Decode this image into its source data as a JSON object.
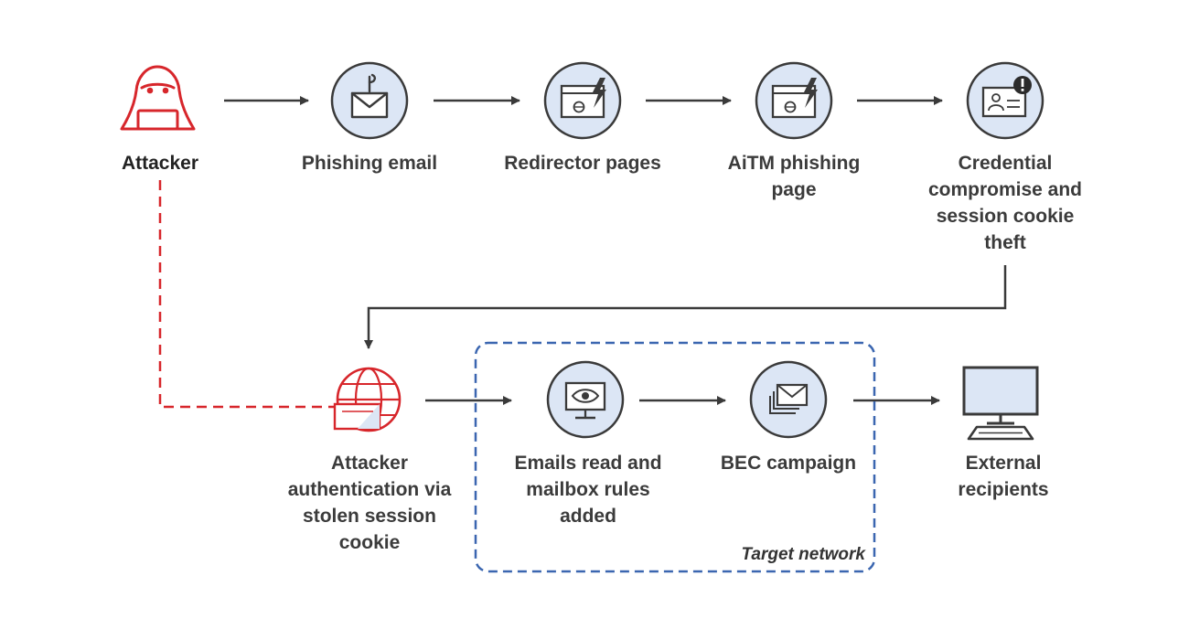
{
  "nodes": {
    "attacker": "Attacker",
    "phishing_email": "Phishing email",
    "redirector_pages": "Redirector pages",
    "aitm_phishing_page": "AiTM phishing page",
    "credential_compromise": "Credential compromise and session cookie theft",
    "attacker_authentication": "Attacker authentication via stolen session cookie",
    "emails_read": "Emails read and mailbox rules added",
    "bec_campaign": "BEC campaign",
    "external_recipients": "External recipients"
  },
  "regions": {
    "target_network": "Target network"
  },
  "colors": {
    "attacker_red": "#d7262b",
    "circle_fill": "#dce6f5",
    "circle_stroke": "#3a3a3a",
    "arrow": "#3a3a3a",
    "region_dash": "#3b66b0"
  },
  "icons": {
    "attacker": "hooded-hacker-icon",
    "phishing_email": "phishing-hook-envelope-icon",
    "redirector_pages": "browser-lightning-icon",
    "aitm_phishing_page": "browser-lightning-icon",
    "credential_compromise": "id-card-alert-icon",
    "attacker_authentication": "globe-laptop-icon",
    "emails_read": "monitor-eye-icon",
    "bec_campaign": "stacked-envelopes-icon",
    "external_recipients": "desktop-computer-icon"
  }
}
